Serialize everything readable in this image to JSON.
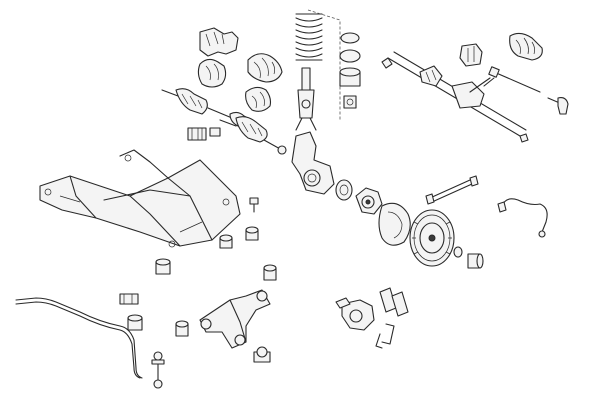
{
  "diagram": {
    "kind": "exploded-view",
    "parts": [
      "drive-shaft-joint",
      "drive-shaft-left",
      "drive-shaft-right",
      "boot-kit",
      "coil-spring",
      "shock-absorber",
      "strut-mount",
      "steering-rack",
      "tie-rod-end",
      "steering-boot",
      "subframe",
      "steering-knuckle",
      "wheel-hub",
      "brake-disc",
      "brake-shield",
      "abs-sensor-cable",
      "control-arm",
      "stabilizer-bar",
      "stabilizer-link",
      "brake-caliper",
      "brake-pads",
      "bushings",
      "clip-spring"
    ],
    "stroke_color": "#2a2a2a",
    "background_color": "#ffffff"
  }
}
